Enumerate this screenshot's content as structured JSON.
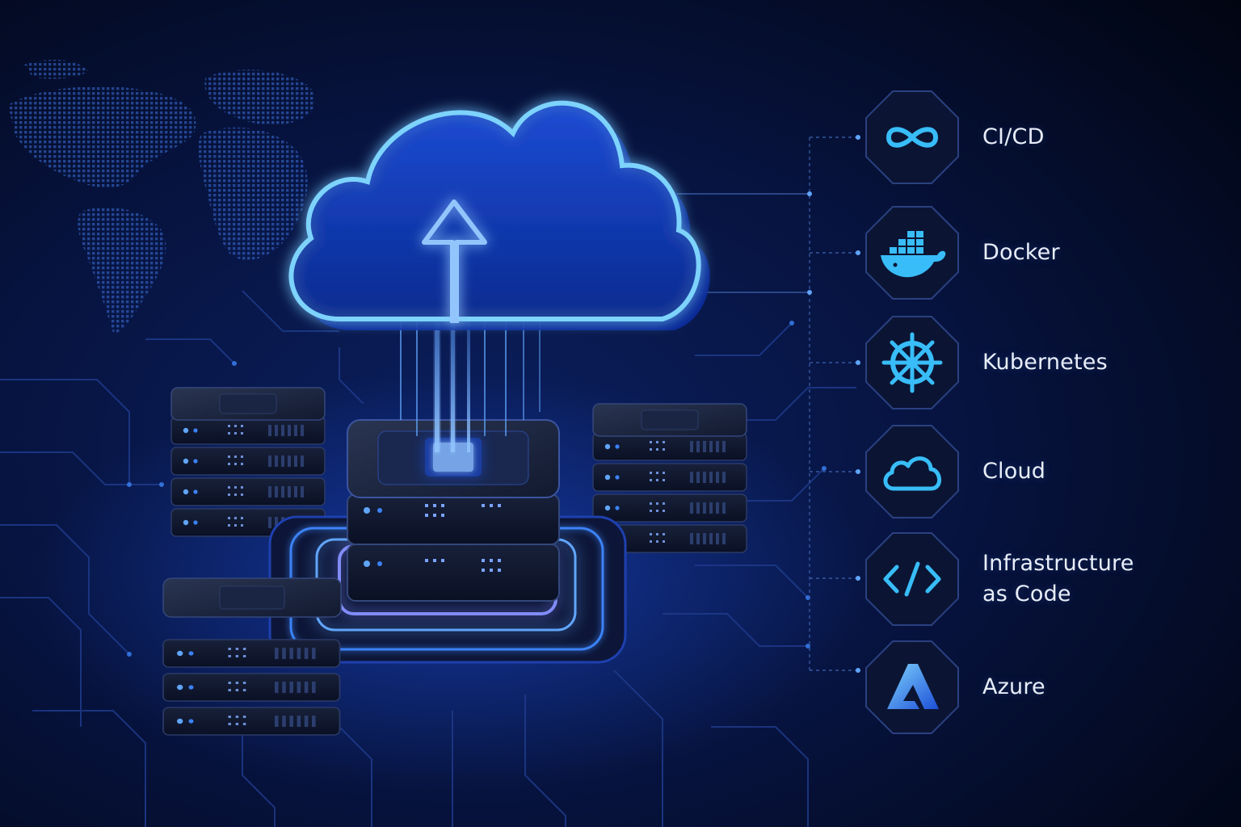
{
  "colors": {
    "background": "#020617",
    "accent": "#3b82f6",
    "glow": "#60a5fa",
    "icon_cyan": "#38bdf8",
    "label_text": "#e8eef9",
    "badge_stroke": "#1e3a8a"
  },
  "technologies": [
    {
      "label": "CI/CD",
      "icon": "infinity-icon"
    },
    {
      "label": "Docker",
      "icon": "docker-whale-icon"
    },
    {
      "label": "Kubernetes",
      "icon": "ship-wheel-icon"
    },
    {
      "label": "Cloud",
      "icon": "cloud-icon"
    },
    {
      "label": "Infrastructure\nas Code",
      "icon": "code-brackets-icon"
    },
    {
      "label": "Azure",
      "icon": "azure-logo-icon"
    }
  ]
}
